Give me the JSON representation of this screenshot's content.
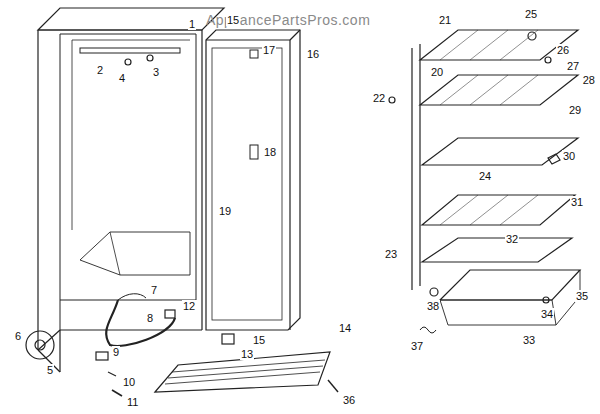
{
  "diagram": {
    "labels": [
      "AppliancePartsPros.com",
      "1",
      "2",
      "3",
      "4",
      "15",
      "16",
      "17",
      "18",
      "19",
      "15",
      "7",
      "8",
      "6",
      "5",
      "9",
      "10",
      "11",
      "12",
      "13",
      "14",
      "36",
      "25",
      "21",
      "26",
      "27",
      "20",
      "28",
      "22",
      "29",
      "30",
      "24",
      "31",
      "32",
      "23",
      "35",
      "34",
      "38",
      "37",
      "33"
    ]
  }
}
